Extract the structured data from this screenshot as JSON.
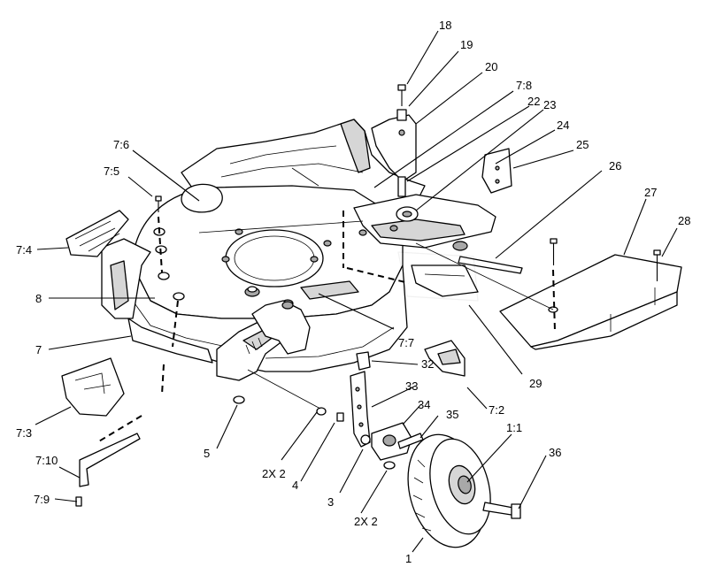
{
  "callouts": [
    {
      "id": "c18",
      "text": "18"
    },
    {
      "id": "c19",
      "text": "19"
    },
    {
      "id": "c20",
      "text": "20"
    },
    {
      "id": "c78",
      "text": "7:8"
    },
    {
      "id": "c22",
      "text": "22"
    },
    {
      "id": "c23",
      "text": "23"
    },
    {
      "id": "c24",
      "text": "24"
    },
    {
      "id": "c25",
      "text": "25"
    },
    {
      "id": "c26",
      "text": "26"
    },
    {
      "id": "c27",
      "text": "27"
    },
    {
      "id": "c28",
      "text": "28"
    },
    {
      "id": "c76",
      "text": "7:6"
    },
    {
      "id": "c75",
      "text": "7:5"
    },
    {
      "id": "c74",
      "text": "7:4"
    },
    {
      "id": "c8",
      "text": "8"
    },
    {
      "id": "c7",
      "text": "7"
    },
    {
      "id": "c77",
      "text": "7:7"
    },
    {
      "id": "c29",
      "text": "29"
    },
    {
      "id": "c32",
      "text": "32"
    },
    {
      "id": "c33",
      "text": "33"
    },
    {
      "id": "c34",
      "text": "34"
    },
    {
      "id": "c35",
      "text": "35"
    },
    {
      "id": "c11",
      "text": "1:1"
    },
    {
      "id": "c72",
      "text": "7:2"
    },
    {
      "id": "c73",
      "text": "7:3"
    },
    {
      "id": "c5",
      "text": "5"
    },
    {
      "id": "c2x2a",
      "text": "2X 2"
    },
    {
      "id": "c4",
      "text": "4"
    },
    {
      "id": "c3",
      "text": "3"
    },
    {
      "id": "c2x2b",
      "text": "2X 2"
    },
    {
      "id": "c36",
      "text": "36"
    },
    {
      "id": "c710",
      "text": "7:10"
    },
    {
      "id": "c79",
      "text": "7:9"
    },
    {
      "id": "c1",
      "text": "1"
    }
  ]
}
